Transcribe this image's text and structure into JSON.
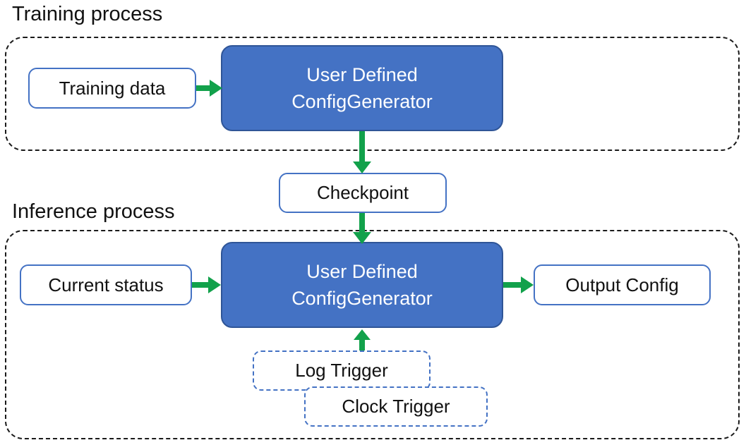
{
  "colors": {
    "green": "#12a14b",
    "blue_fill": "#4472c4",
    "blue_border": "#2f5597",
    "outline": "#4472c4",
    "dash": "#1a1a1a",
    "text": "#111111",
    "text_light": "#ffffff"
  },
  "training": {
    "label": "Training process",
    "input_box": "Training data",
    "generator": {
      "line1": "User Defined",
      "line2": "ConfigGenerator"
    }
  },
  "checkpoint": {
    "label": "Checkpoint"
  },
  "inference": {
    "label": "Inference process",
    "input_box": "Current status",
    "generator": {
      "line1": "User Defined",
      "line2": "ConfigGenerator"
    },
    "output_box": "Output Config",
    "triggers": {
      "log": "Log Trigger",
      "clock": "Clock Trigger"
    }
  }
}
